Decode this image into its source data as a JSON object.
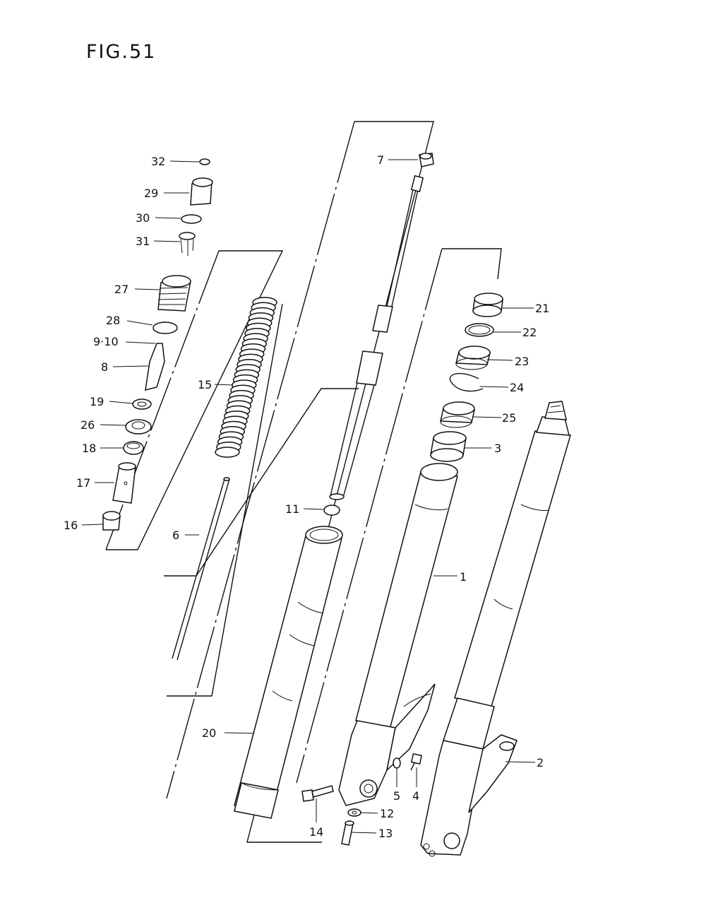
{
  "figure": {
    "title": "FIG.51"
  },
  "callouts": {
    "c1": "1",
    "c2": "2",
    "c3": "3",
    "c4": "4",
    "c5": "5",
    "c6": "6",
    "c7": "7",
    "c8": "8",
    "c9_10": "9·10",
    "c11": "11",
    "c12": "12",
    "c13": "13",
    "c14": "14",
    "c15": "15",
    "c16": "16",
    "c17": "17",
    "c18": "18",
    "c19": "19",
    "c20": "20",
    "c21": "21",
    "c22": "22",
    "c23": "23",
    "c24": "24",
    "c25": "25",
    "c26": "26",
    "c27": "27",
    "c28": "28",
    "c29": "29",
    "c30": "30",
    "c31": "31",
    "c32": "32"
  }
}
